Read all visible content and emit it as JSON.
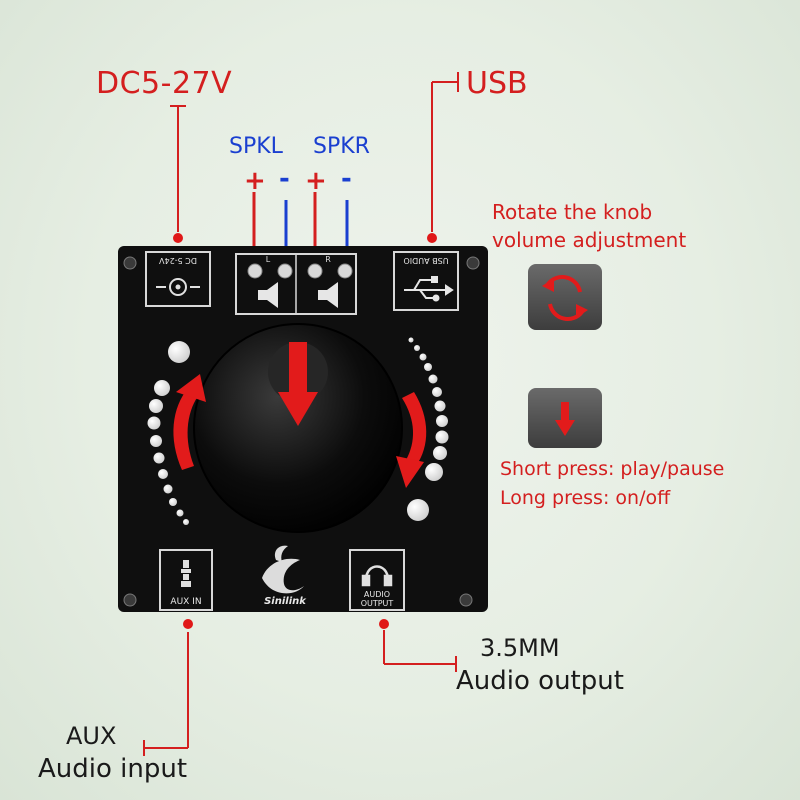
{
  "labels": {
    "dc_input": "DC5-27V",
    "usb": "USB",
    "spkl": "SPKL",
    "spkr": "SPKR",
    "plus": "+",
    "minus": "-",
    "rotate_line1": "Rotate the knob",
    "rotate_line2": "volume adjustment",
    "short_press": "Short press: play/pause",
    "long_press": "Long press: on/off",
    "out_line1": "3.5MM",
    "out_line2": "Audio output",
    "aux_line1": "AUX",
    "aux_line2": "Audio input"
  },
  "board": {
    "dc_port": "DC 5-24V",
    "usb_port": "USB AUDIO",
    "terminal_l": "L",
    "terminal_r": "R",
    "aux_in": "AUX IN",
    "audio_output_1": "AUDIO",
    "audio_output_2": "OUTPUT",
    "brand": "Sinilink"
  },
  "colors": {
    "accent_red": "#d41f1f",
    "accent_blue": "#1a3fd0",
    "board": "#111111",
    "background": "#e8efe5"
  }
}
